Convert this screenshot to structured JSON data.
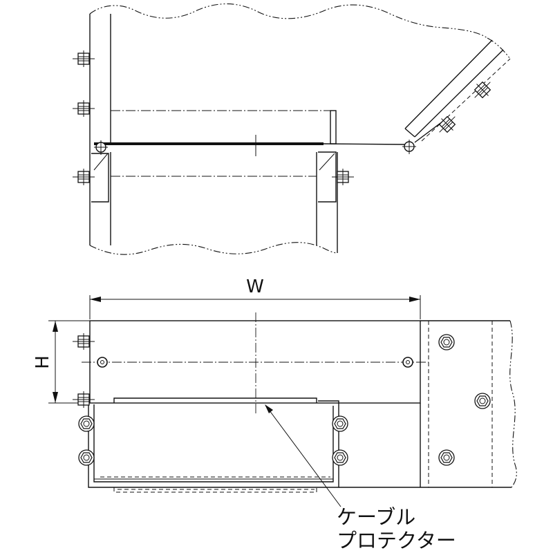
{
  "dimensions": {
    "width_label": "W",
    "height_label": "H"
  },
  "callout": {
    "line1": "ケーブル",
    "line2": "プロテクター"
  }
}
